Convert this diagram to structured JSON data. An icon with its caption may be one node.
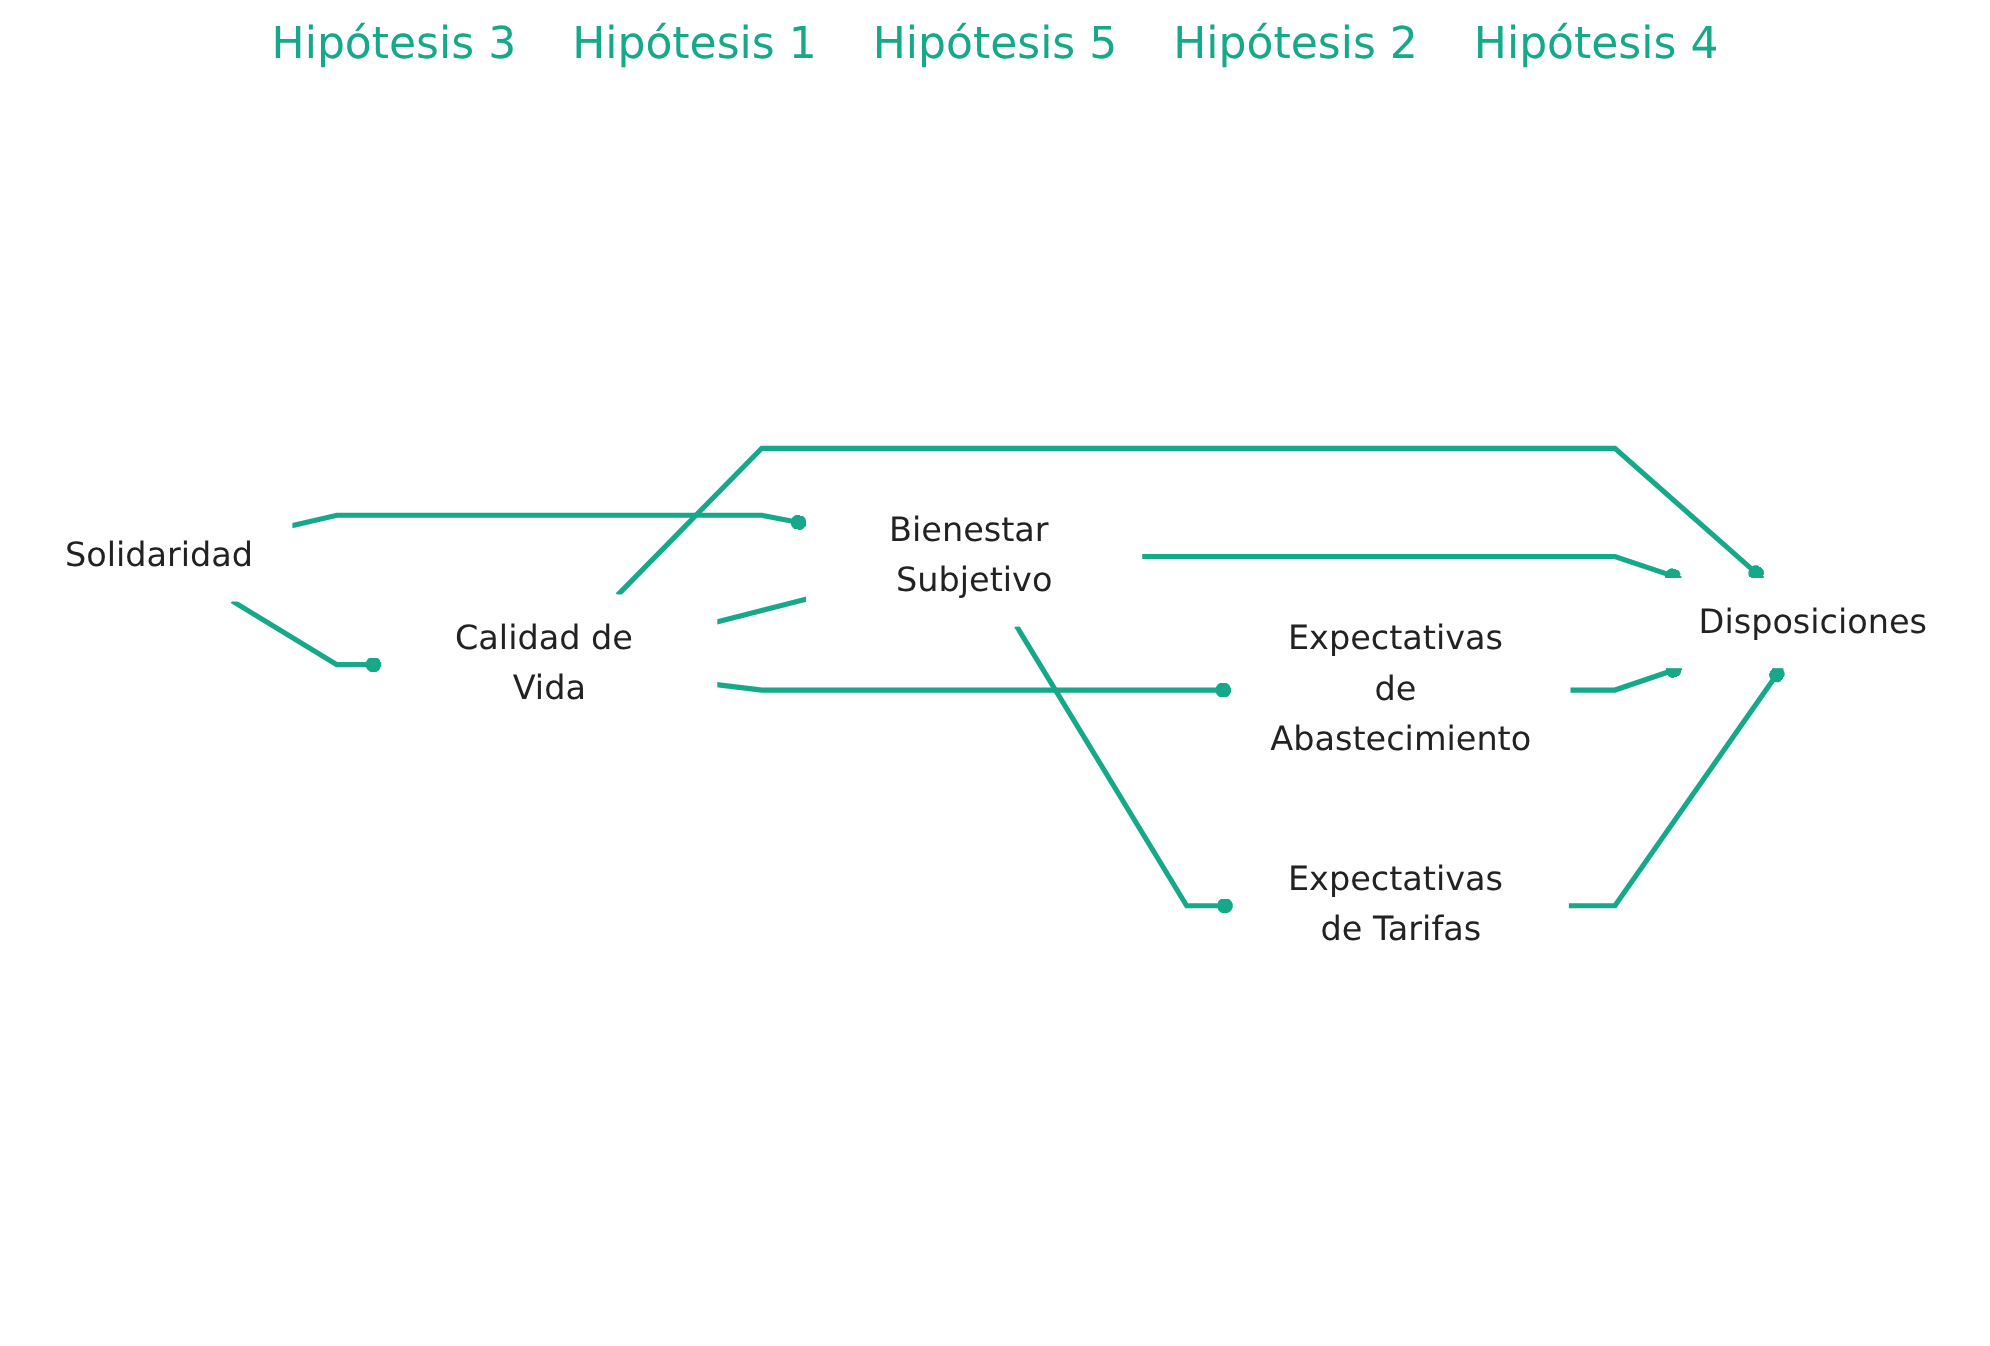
{
  "diagram": {
    "nodes": [
      {
        "text": [
          "Solidaridad"
        ]
      },
      {
        "text": [
          "Calidad de Vida"
        ]
      },
      {
        "text": [
          "Bienestar Subjetivo"
        ]
      },
      {
        "text": [
          "Expectativas de Abastecimiento"
        ]
      },
      {
        "text": [
          "Disposiciones"
        ]
      },
      {
        "text": [
          "Expectativas de Tarifas"
        ]
      }
    ],
    "edges": [
      {
        "from": 0,
        "to": 1,
        "arrow": "other"
      },
      {
        "from": 0,
        "to": 2,
        "arrow": "other"
      },
      {
        "from": 1,
        "to": 2,
        "arrow": "none"
      },
      {
        "from": 1,
        "to": 3,
        "arrow": "other"
      },
      {
        "from": 1,
        "to": 4,
        "arrow": "other"
      },
      {
        "from": 2,
        "to": 4,
        "arrow": "other"
      },
      {
        "from": 2,
        "to": 5,
        "arrow": "other"
      },
      {
        "from": 3,
        "to": 4,
        "arrow": "other"
      },
      {
        "from": 5,
        "to": 4,
        "arrow": "other"
      }
    ],
    "labels": [
      "Hipótesis 3",
      "Hipótesis 1",
      "Hipótesis 5",
      "Hipótesis 2",
      "Hipótesis 4"
    ]
  }
}
